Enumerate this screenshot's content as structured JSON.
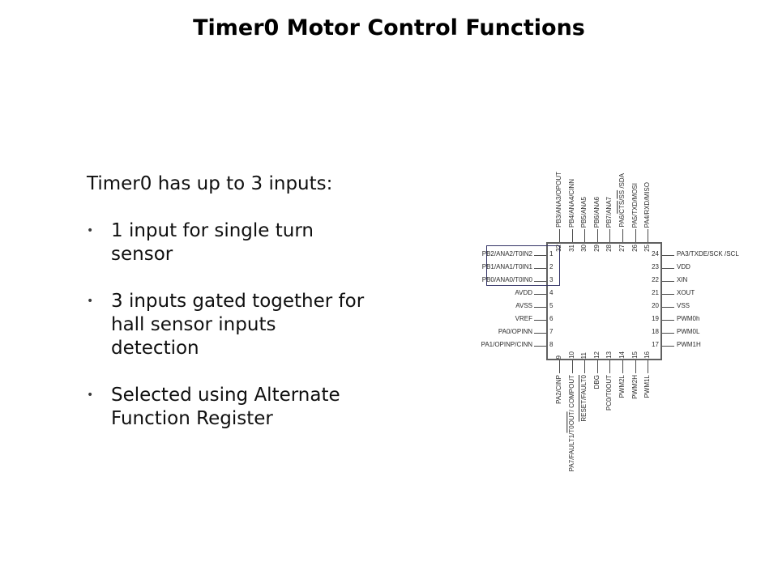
{
  "title": "Timer0 Motor Control Functions",
  "intro": "Timer0 has up to 3 inputs:",
  "bullet_char": "•",
  "bullets": [
    "1 input for single turn\nsensor",
    "3 inputs gated together for\nhall sensor inputs\ndetection",
    "Selected using Alternate\nFunction Register"
  ],
  "chip": {
    "highlight_color": "#333366",
    "line_color": "#4a4a4a",
    "pins": {
      "left": [
        {
          "n": "1",
          "parts": [
            [
              "PB2/ANA2/T0IN2",
              0
            ]
          ]
        },
        {
          "n": "2",
          "parts": [
            [
              "PB1/ANA1/T0IN1",
              0
            ]
          ]
        },
        {
          "n": "3",
          "parts": [
            [
              "PB0/ANA0/T0IN0",
              0
            ]
          ]
        },
        {
          "n": "4",
          "parts": [
            [
              "AVDD",
              0
            ]
          ]
        },
        {
          "n": "5",
          "parts": [
            [
              "AVSS",
              0
            ]
          ]
        },
        {
          "n": "6",
          "parts": [
            [
              "VREF",
              0
            ]
          ]
        },
        {
          "n": "7",
          "parts": [
            [
              "PA0/OPINN",
              0
            ]
          ]
        },
        {
          "n": "8",
          "parts": [
            [
              "PA1/OPINP/CINN",
              0
            ]
          ]
        }
      ],
      "right": [
        {
          "n": "24",
          "parts": [
            [
              "PA3/TXDE/SCK /SCL",
              0
            ]
          ]
        },
        {
          "n": "23",
          "parts": [
            [
              "VDD",
              0
            ]
          ]
        },
        {
          "n": "22",
          "parts": [
            [
              "XIN",
              0
            ]
          ]
        },
        {
          "n": "21",
          "parts": [
            [
              "XOUT",
              0
            ]
          ]
        },
        {
          "n": "20",
          "parts": [
            [
              "VSS",
              0
            ]
          ]
        },
        {
          "n": "19",
          "parts": [
            [
              "PWM0h",
              0
            ]
          ]
        },
        {
          "n": "18",
          "parts": [
            [
              "PWM0L",
              0
            ]
          ]
        },
        {
          "n": "17",
          "parts": [
            [
              "PWM1H",
              0
            ]
          ]
        }
      ],
      "top": [
        {
          "n": "32",
          "parts": [
            [
              "PB3/ANA3/OPOUT",
              0
            ]
          ]
        },
        {
          "n": "31",
          "parts": [
            [
              "PB4/ANA4/CINN",
              0
            ]
          ]
        },
        {
          "n": "30",
          "parts": [
            [
              "PB5/ANA5",
              0
            ]
          ]
        },
        {
          "n": "29",
          "parts": [
            [
              "PB6/ANA6",
              0
            ]
          ]
        },
        {
          "n": "28",
          "parts": [
            [
              "PB7/ANA7",
              0
            ]
          ]
        },
        {
          "n": "27",
          "parts": [
            [
              "PA6/",
              0
            ],
            [
              "CTS",
              1
            ],
            [
              "/",
              0
            ],
            [
              "SS",
              1
            ],
            [
              " /SDA",
              0
            ]
          ]
        },
        {
          "n": "26",
          "parts": [
            [
              "PA5/TXD/MOSI",
              0
            ]
          ]
        },
        {
          "n": "25",
          "parts": [
            [
              "PA4/RXD/MISO",
              0
            ]
          ]
        }
      ],
      "bottom": [
        {
          "n": "9",
          "parts": [
            [
              "PA2/CINP",
              0
            ]
          ]
        },
        {
          "n": "10",
          "parts": [
            [
              "PA7/FAULT1/",
              0
            ],
            [
              "T0OUT",
              1
            ],
            [
              "/ COMPOUT",
              0
            ]
          ]
        },
        {
          "n": "11",
          "parts": [
            [
              "RESET/FAULT0",
              1
            ]
          ]
        },
        {
          "n": "12",
          "parts": [
            [
              "DBG",
              0
            ]
          ]
        },
        {
          "n": "13",
          "parts": [
            [
              "PC0/T0OUT",
              0
            ]
          ]
        },
        {
          "n": "14",
          "parts": [
            [
              "PWM2L",
              0
            ]
          ]
        },
        {
          "n": "15",
          "parts": [
            [
              "PWM2H",
              0
            ]
          ]
        },
        {
          "n": "16",
          "parts": [
            [
              "PWM1L",
              0
            ]
          ]
        }
      ]
    }
  }
}
